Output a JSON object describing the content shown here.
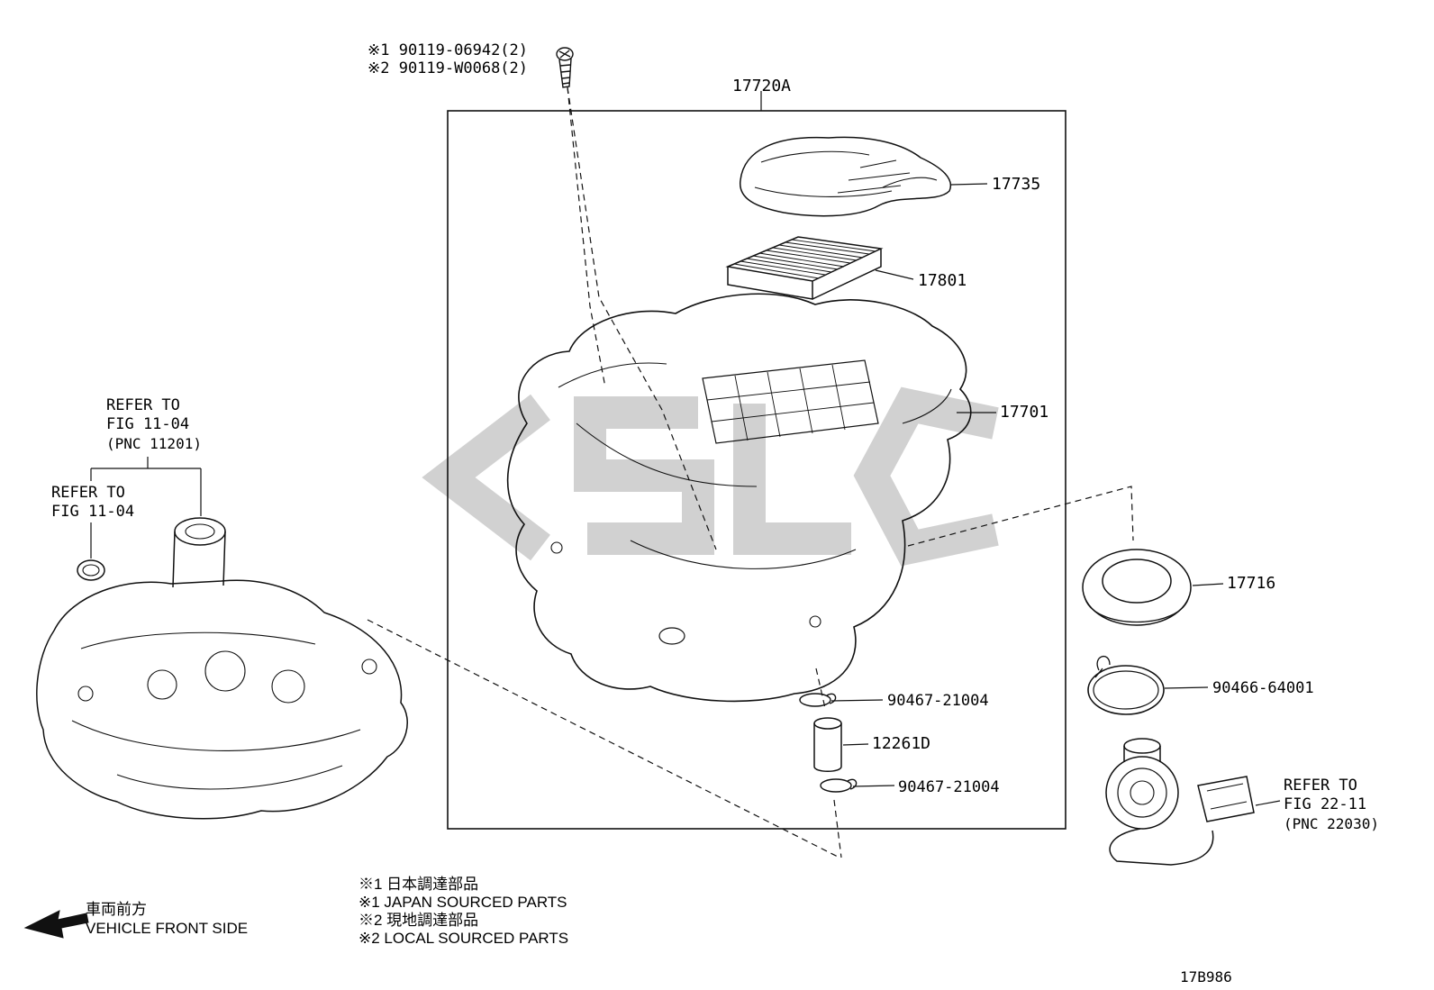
{
  "diagram": {
    "code": "17B986"
  },
  "top_note": {
    "line1": "※1 90119-06942(2)",
    "line2": "※2 90119-W0068(2)"
  },
  "parts": {
    "assembly_label": "17720A",
    "cap_label": "17735",
    "element_label": "17801",
    "case_label": "17701",
    "hose_label": "17716",
    "oring_label": "90466-64001",
    "clip_upper_label": "90467-21004",
    "hose2_label": "12261D",
    "clip_lower_label": "90467-21004"
  },
  "refer_notes": {
    "head_cover": [
      "REFER TO",
      "FIG 11-04",
      "(PNC 11201)"
    ],
    "grommet": [
      "REFER TO",
      "FIG 11-04"
    ],
    "throttle": [
      "REFER TO",
      "FIG 22-11",
      "(PNC 22030)"
    ]
  },
  "footnotes": [
    "※1 日本調達部品",
    "※1 JAPAN SOURCED PARTS",
    "※2 現地調達部品",
    "※2 LOCAL SOURCED PARTS"
  ],
  "front_note": {
    "jp": "車両前方",
    "en": "VEHICLE FRONT SIDE"
  }
}
